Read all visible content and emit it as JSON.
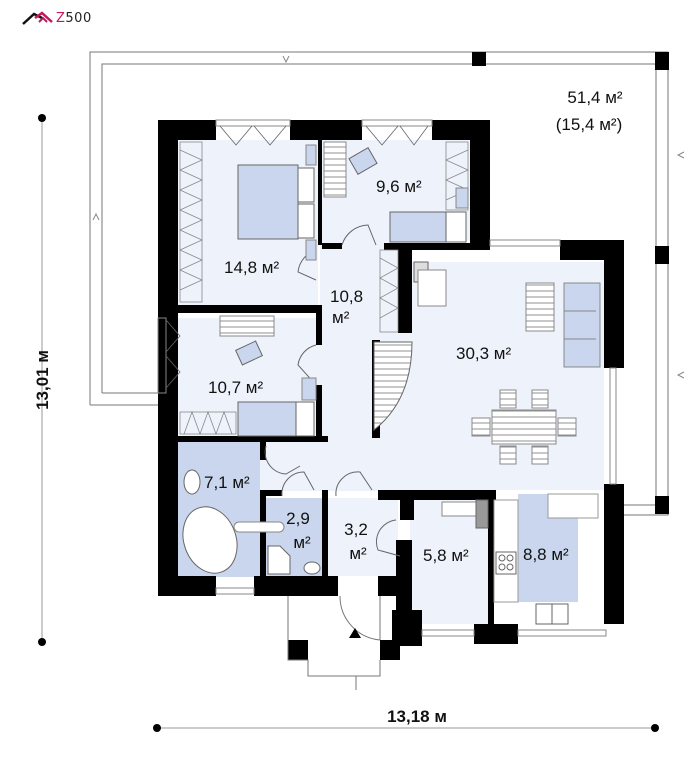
{
  "brand": {
    "logo_prefix": "Z",
    "logo_suffix": "500",
    "accent_color": "#c2185b"
  },
  "plan": {
    "colors": {
      "wall": "#000000",
      "floor": "#eef3fb",
      "wet_floor": "#c9d6ee",
      "furniture_fill": "#c9d6ee",
      "line": "#555555"
    },
    "terrace": {
      "area": "51,4 м²",
      "area_covered": "(15,4 м²)"
    },
    "rooms": [
      {
        "id": "bedroom-master",
        "area_line1": "14,8 м²",
        "area_line2": ""
      },
      {
        "id": "bedroom-2",
        "area_line1": "9,6 м²",
        "area_line2": ""
      },
      {
        "id": "hall",
        "area_line1": "10,8",
        "area_line2": "м²"
      },
      {
        "id": "bedroom-3",
        "area_line1": "10,7 м²",
        "area_line2": ""
      },
      {
        "id": "living-dining",
        "area_line1": "30,3 м²",
        "area_line2": ""
      },
      {
        "id": "bathroom",
        "area_line1": "7,1 м²",
        "area_line2": ""
      },
      {
        "id": "wc",
        "area_line1": "2,9",
        "area_line2": "м²"
      },
      {
        "id": "vestibule",
        "area_line1": "3,2",
        "area_line2": "м²"
      },
      {
        "id": "utility",
        "area_line1": "5,8 м²",
        "area_line2": ""
      },
      {
        "id": "kitchen",
        "area_line1": "8,8 м²",
        "area_line2": ""
      }
    ]
  },
  "dimensions": {
    "height": "13,01 м",
    "width": "13,18 м"
  }
}
